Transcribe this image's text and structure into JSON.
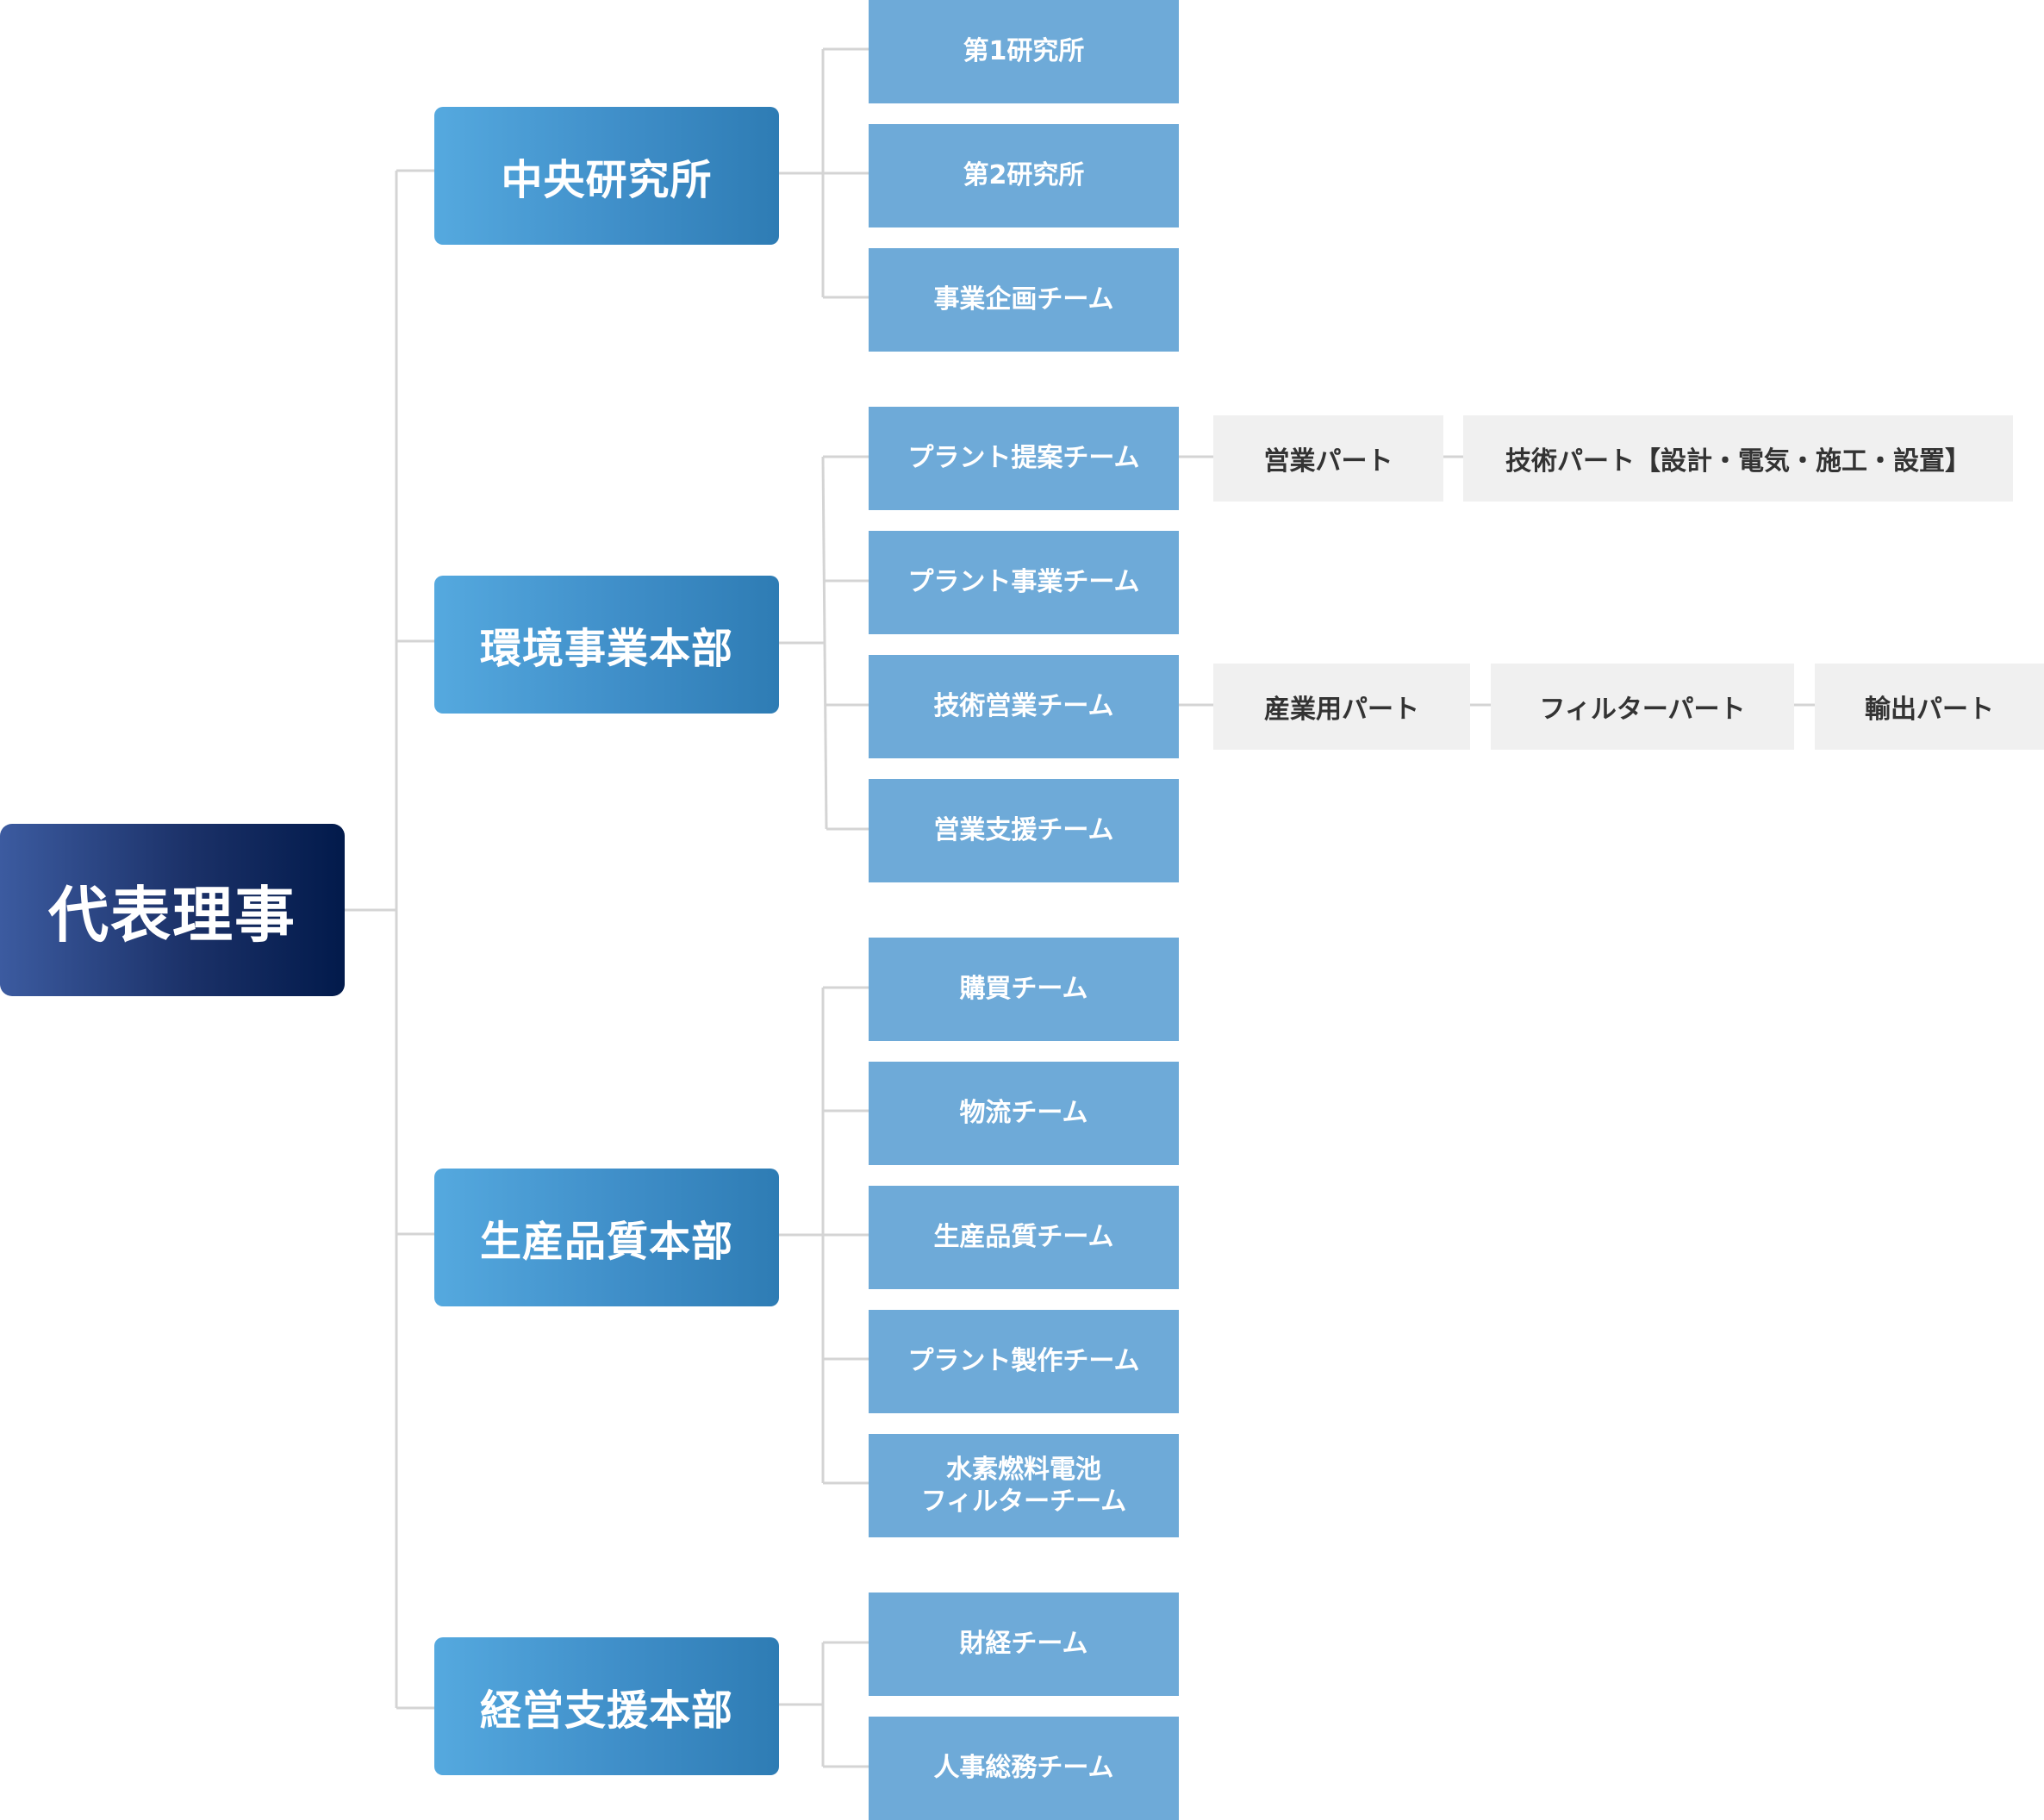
{
  "root": {
    "label": "代表理事"
  },
  "divisions": [
    {
      "label": "中央研究所",
      "teams": [
        {
          "label": "第1研究所"
        },
        {
          "label": "第2研究所"
        },
        {
          "label": "事業企画チーム"
        }
      ]
    },
    {
      "label": "環境事業本部",
      "teams": [
        {
          "label": "プラント提案チーム",
          "parts": [
            {
              "label": "営業パート"
            },
            {
              "label": "技術パート【設計・電気・施工・設置】"
            }
          ]
        },
        {
          "label": "プラント事業チーム"
        },
        {
          "label": "技術営業チーム",
          "parts": [
            {
              "label": "産業用パート"
            },
            {
              "label": "フィルターパート"
            },
            {
              "label": "輸出パート"
            }
          ]
        },
        {
          "label": "営業支援チーム"
        }
      ]
    },
    {
      "label": "生産品質本部",
      "teams": [
        {
          "label": "購買チーム"
        },
        {
          "label": "物流チーム"
        },
        {
          "label": "生産品質チーム"
        },
        {
          "label": "プラント製作チーム"
        },
        {
          "label": "水素燃料電池",
          "label_line2": "フィルターチーム"
        }
      ]
    },
    {
      "label": "経営支援本部",
      "teams": [
        {
          "label": "財経チーム"
        },
        {
          "label": "人事総務チーム"
        }
      ]
    }
  ],
  "colors": {
    "root_dark": "#021a4b",
    "division_blue": "#2e7cb4",
    "team_blue": "#6eaad8",
    "part_gray": "#f0f0f0",
    "line_gray": "#d4d4d4"
  }
}
